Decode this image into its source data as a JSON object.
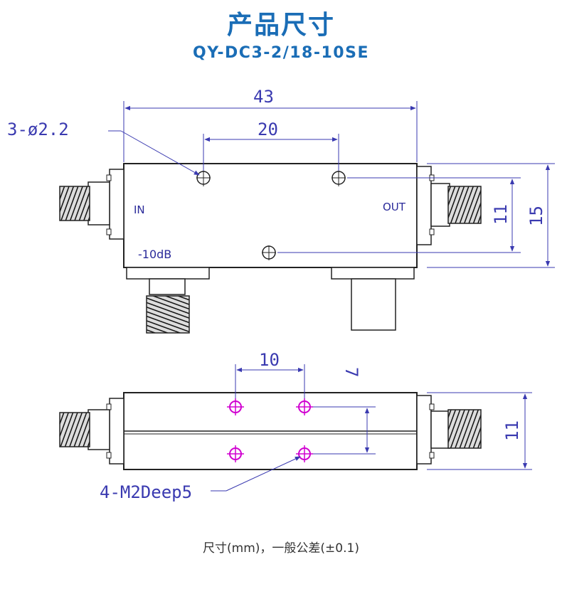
{
  "title": "产品尺寸",
  "model": "QY-DC3-2/18-10SE",
  "top_view": {
    "dim_length": "43",
    "dim_hole_spacing": "20",
    "dim_hole_offset": "11",
    "dim_height": "15",
    "hole_callout": "3-ø2.2",
    "port_in": "IN",
    "port_out": "OUT",
    "coupling": "-10dB"
  },
  "bottom_view": {
    "dim_hole_spacing_x": "10",
    "dim_hole_spacing_y": "7",
    "dim_height": "11",
    "hole_callout": "4-M2Deep5"
  },
  "footer": "尺寸(mm)，一般公差(±0.1)",
  "colors": {
    "title": "#1a6db6",
    "dimension": "#3a3ab0",
    "outline": "#222222",
    "hole_mark": "#d000d0"
  }
}
